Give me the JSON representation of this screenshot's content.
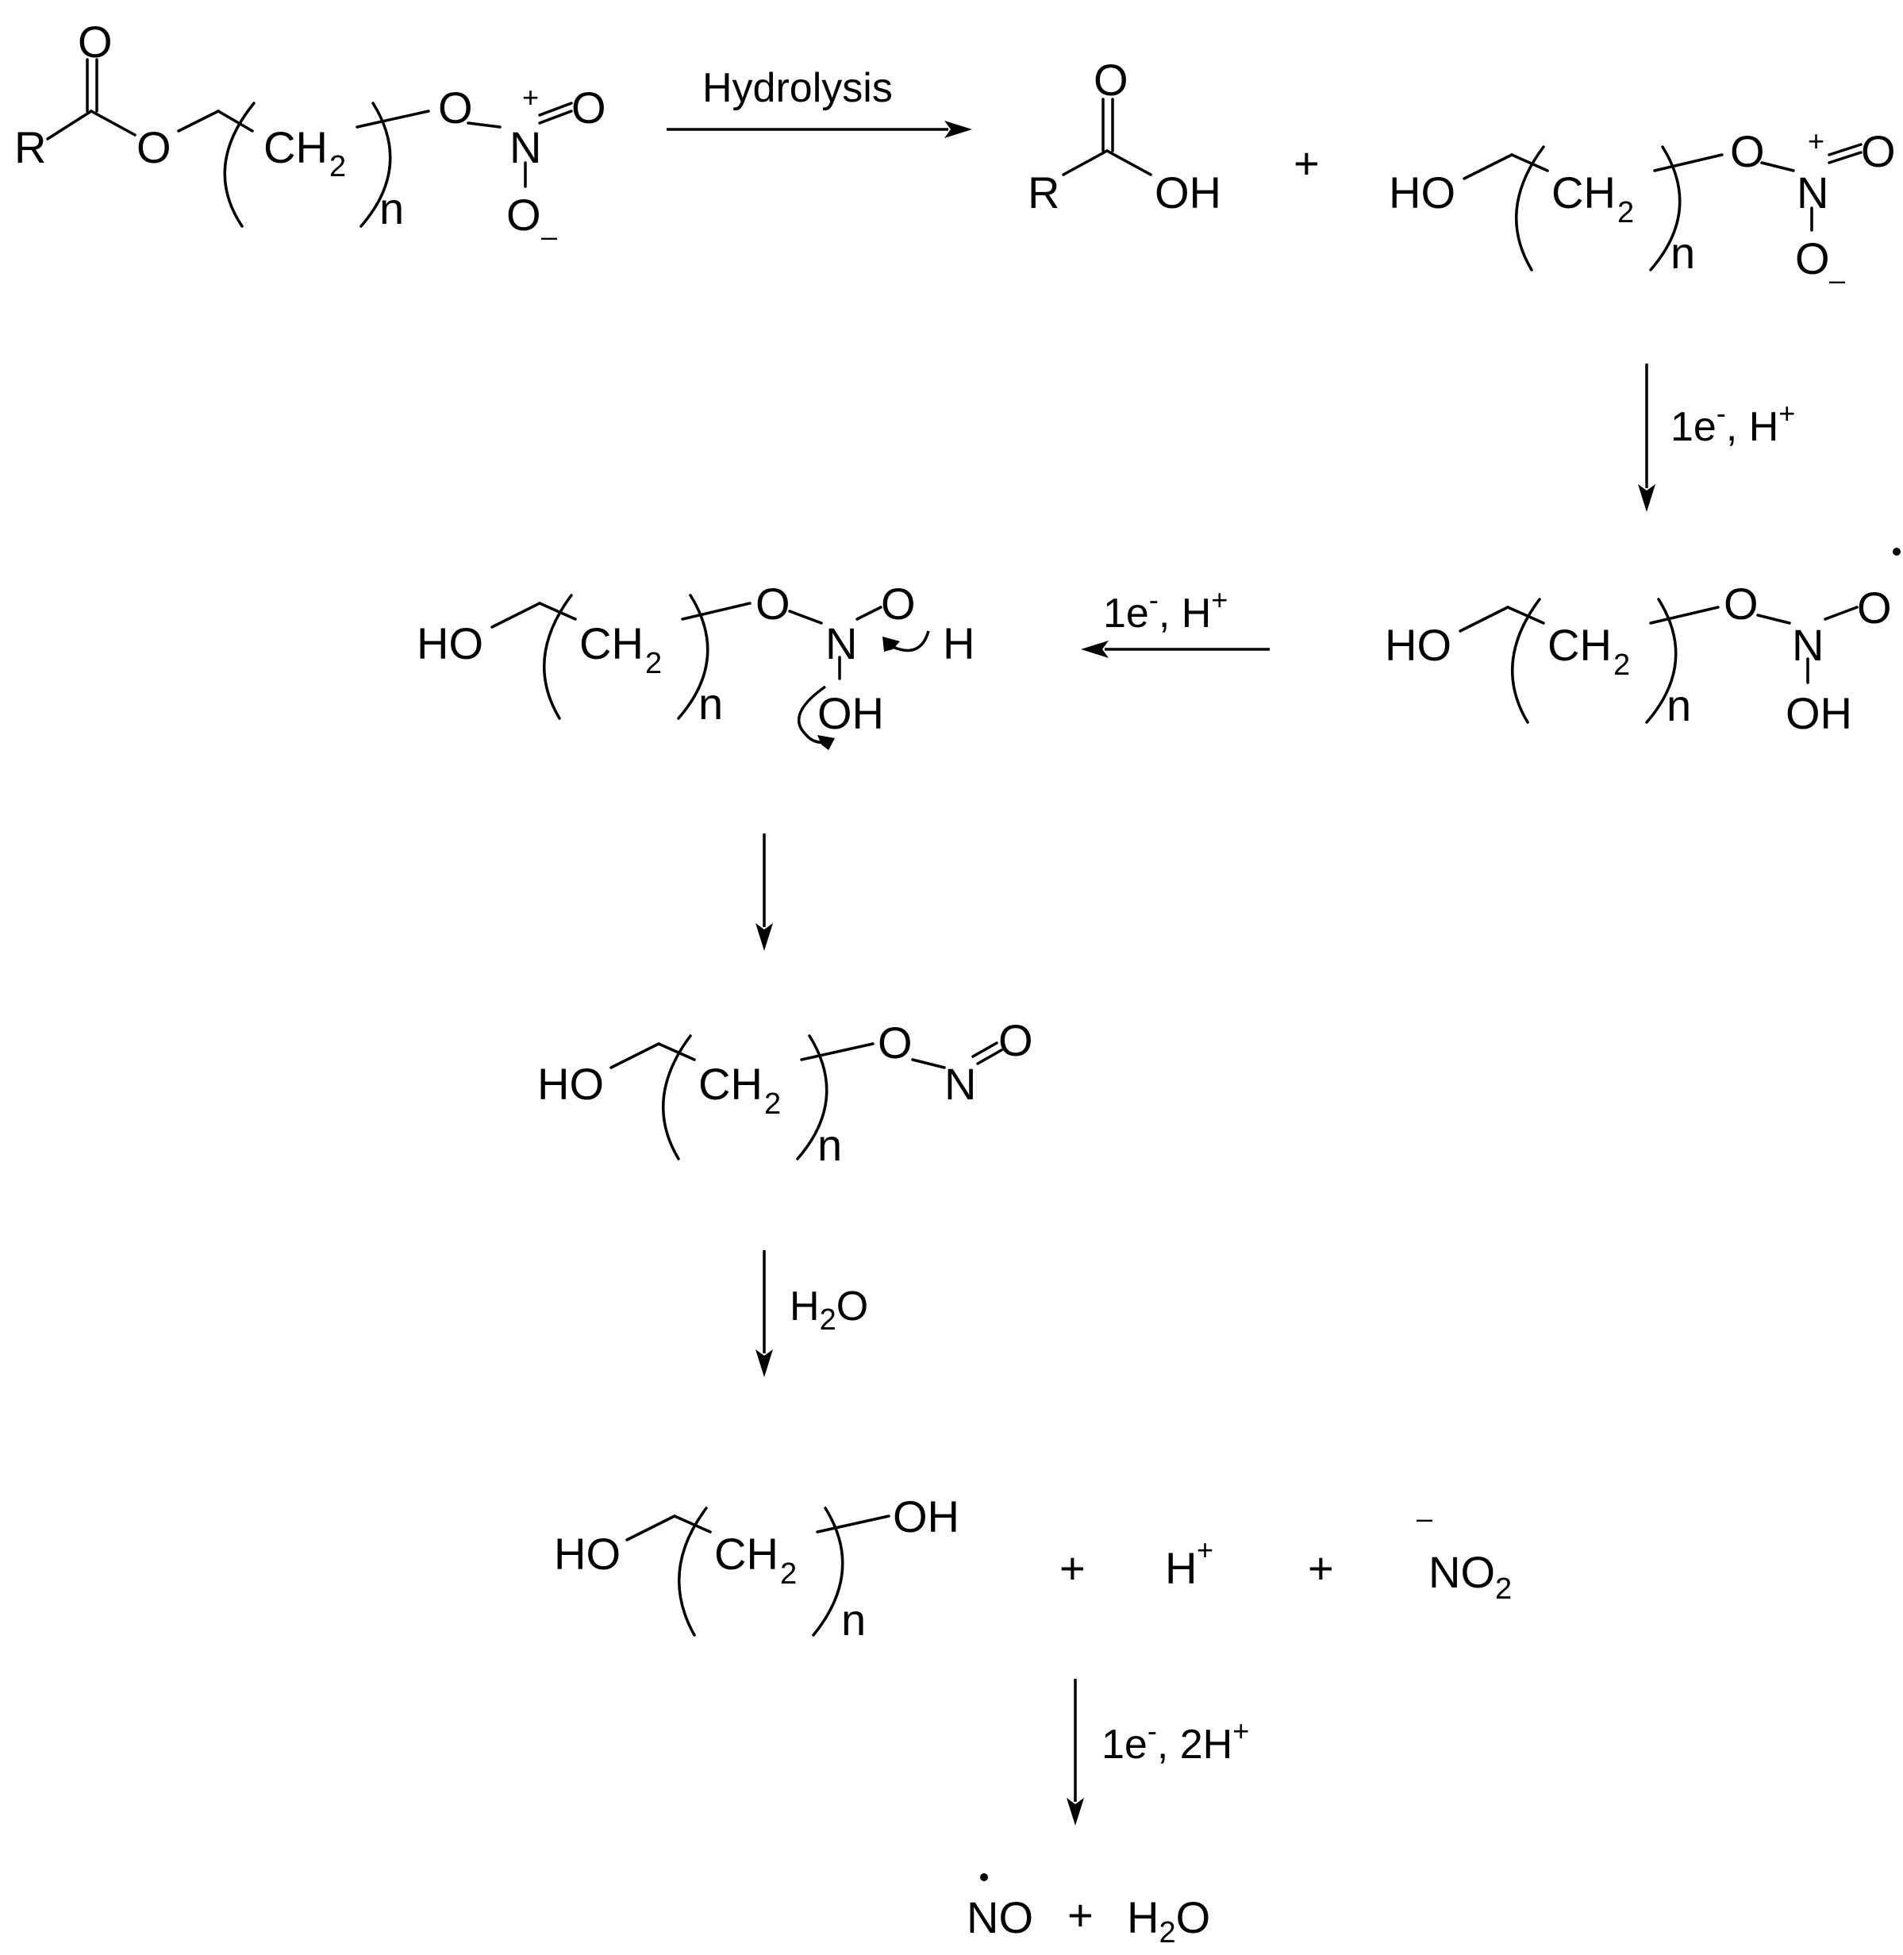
{
  "scheme": {
    "reactant": {
      "r": "R",
      "o_carbonyl": "O",
      "o_ester": "O",
      "ch": "CH",
      "two": "2",
      "n": "n",
      "o_link": "O",
      "n_atom": "N",
      "plus": "+",
      "o_double": "O",
      "o_minus": "O",
      "minus": "–"
    },
    "step1_label": "Hydrolysis",
    "acid": {
      "o": "O",
      "r": "R",
      "oh": "OH"
    },
    "plus_sign": "+",
    "nitrate": {
      "ho": "HO",
      "ch": "CH",
      "two": "2",
      "n": "n",
      "o_link": "O",
      "n_atom": "N",
      "plus": "+",
      "o_double": "O",
      "o_minus": "O",
      "minus": "–"
    },
    "step2_label": {
      "main": "1e",
      "sup1": "-",
      "mid": ", H",
      "sup2": "+"
    },
    "radical": {
      "ho": "HO",
      "ch": "CH",
      "two": "2",
      "n": "n",
      "o_link": "O",
      "n_atom": "N",
      "o_rad": "O",
      "oh": "OH"
    },
    "step3_label": {
      "main": "1e",
      "sup1": "-",
      "mid": ", H",
      "sup2": "+"
    },
    "intermediate": {
      "ho": "HO",
      "ch": "CH",
      "two": "2",
      "n": "n",
      "o_link": "O",
      "n_atom": "N",
      "o_top": "O",
      "h": "H",
      "oh": "OH"
    },
    "nitrite": {
      "ho": "HO",
      "ch": "CH",
      "two": "2",
      "n": "n",
      "o_link": "O",
      "n_atom": "N",
      "o_double": "O"
    },
    "step5_label": {
      "h": "H",
      "two": "2",
      "o": "O"
    },
    "products": {
      "ho": "HO",
      "ch": "CH",
      "two": "2",
      "n": "n",
      "oh": "OH",
      "plus1": "+",
      "h": "H",
      "h_sup": "+",
      "plus2": "+",
      "minus": "–",
      "no": "NO",
      "no_sub": "2"
    },
    "step6_label": {
      "main": "1e",
      "sup1": "-",
      "mid": ", 2H",
      "sup2": "+"
    },
    "final": {
      "no": "NO",
      "plus": "+",
      "h": "H",
      "two": "2",
      "o": "O"
    }
  }
}
